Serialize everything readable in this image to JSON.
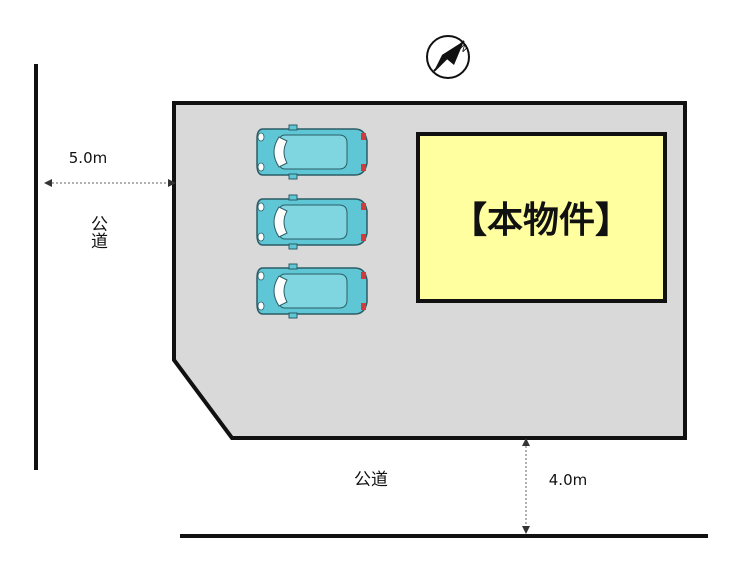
{
  "labels": {
    "building": "【本物件】",
    "road_left": "公道",
    "road_bottom": "公道",
    "width_left": "5.0m",
    "width_bottom": "4.0m"
  },
  "compass": {
    "north_mark": "N",
    "orientation": "north toward upper-right"
  },
  "parking": {
    "car_count": 3
  },
  "colors": {
    "lot": "#d9d9d9",
    "building": "#ffffa0",
    "car_body": "#5ec6d4",
    "line": "#111111",
    "dimension_line": "#666666"
  }
}
